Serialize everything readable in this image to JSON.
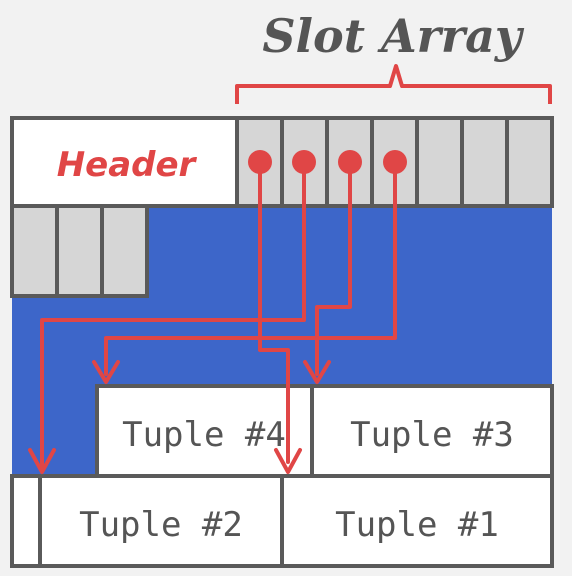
{
  "title": "Slot Array",
  "header_label": "Header",
  "tuples": [
    "Tuple #4",
    "Tuple #3",
    "Tuple #2",
    "Tuple #1"
  ],
  "colors": {
    "background": "#f2f2f2",
    "free_space": "#3d66c9",
    "slot_fill": "#d6d6d6",
    "border": "#5a5a5a",
    "pointer": "#e04646",
    "title": "#555555"
  }
}
